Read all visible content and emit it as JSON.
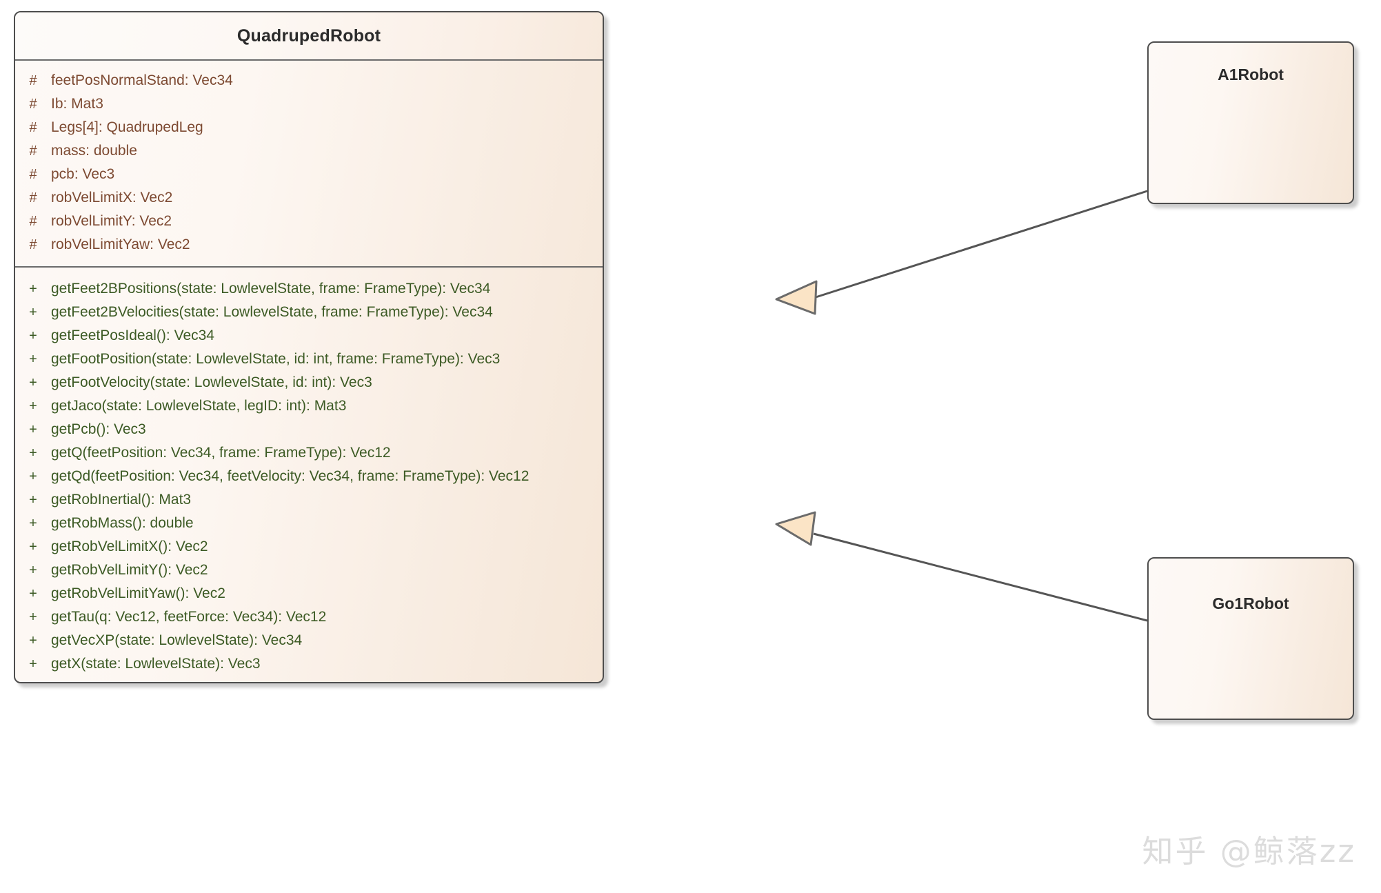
{
  "diagram": {
    "type": "uml-class-diagram",
    "background_color": "#ffffff",
    "relationship": "generalization"
  },
  "main_class": {
    "name": "QuadrupedRobot",
    "title_color": "#2b2b2b",
    "attribute_color": "#7d4a32",
    "method_color": "#3c5a24",
    "border_color": "#4d4d4d",
    "attributes": [
      {
        "visibility": "#",
        "signature": "feetPosNormalStand: Vec34"
      },
      {
        "visibility": "#",
        "signature": "Ib: Mat3"
      },
      {
        "visibility": "#",
        "signature": "Legs[4]: QuadrupedLeg"
      },
      {
        "visibility": "#",
        "signature": "mass: double"
      },
      {
        "visibility": "#",
        "signature": "pcb: Vec3"
      },
      {
        "visibility": "#",
        "signature": "robVelLimitX: Vec2"
      },
      {
        "visibility": "#",
        "signature": "robVelLimitY: Vec2"
      },
      {
        "visibility": "#",
        "signature": "robVelLimitYaw: Vec2"
      }
    ],
    "methods": [
      {
        "visibility": "+",
        "signature": "getFeet2BPositions(state: LowlevelState, frame: FrameType): Vec34"
      },
      {
        "visibility": "+",
        "signature": "getFeet2BVelocities(state: LowlevelState, frame: FrameType): Vec34"
      },
      {
        "visibility": "+",
        "signature": "getFeetPosIdeal(): Vec34"
      },
      {
        "visibility": "+",
        "signature": "getFootPosition(state: LowlevelState, id: int, frame: FrameType): Vec3"
      },
      {
        "visibility": "+",
        "signature": "getFootVelocity(state: LowlevelState, id: int): Vec3"
      },
      {
        "visibility": "+",
        "signature": "getJaco(state: LowlevelState, legID: int): Mat3"
      },
      {
        "visibility": "+",
        "signature": "getPcb(): Vec3"
      },
      {
        "visibility": "+",
        "signature": "getQ(feetPosition: Vec34, frame: FrameType): Vec12"
      },
      {
        "visibility": "+",
        "signature": "getQd(feetPosition: Vec34, feetVelocity: Vec34, frame: FrameType): Vec12"
      },
      {
        "visibility": "+",
        "signature": "getRobInertial(): Mat3"
      },
      {
        "visibility": "+",
        "signature": "getRobMass(): double"
      },
      {
        "visibility": "+",
        "signature": "getRobVelLimitX(): Vec2"
      },
      {
        "visibility": "+",
        "signature": "getRobVelLimitY(): Vec2"
      },
      {
        "visibility": "+",
        "signature": "getRobVelLimitYaw(): Vec2"
      },
      {
        "visibility": "+",
        "signature": "getTau(q: Vec12, feetForce: Vec34): Vec12"
      },
      {
        "visibility": "+",
        "signature": "getVecXP(state: LowlevelState): Vec34"
      },
      {
        "visibility": "+",
        "signature": "getX(state: LowlevelState): Vec3"
      }
    ]
  },
  "subclasses": [
    {
      "name": "A1Robot"
    },
    {
      "name": "Go1Robot"
    }
  ],
  "watermark": {
    "text": "知乎 @鲸落zz",
    "color": "#dcdcdc"
  }
}
